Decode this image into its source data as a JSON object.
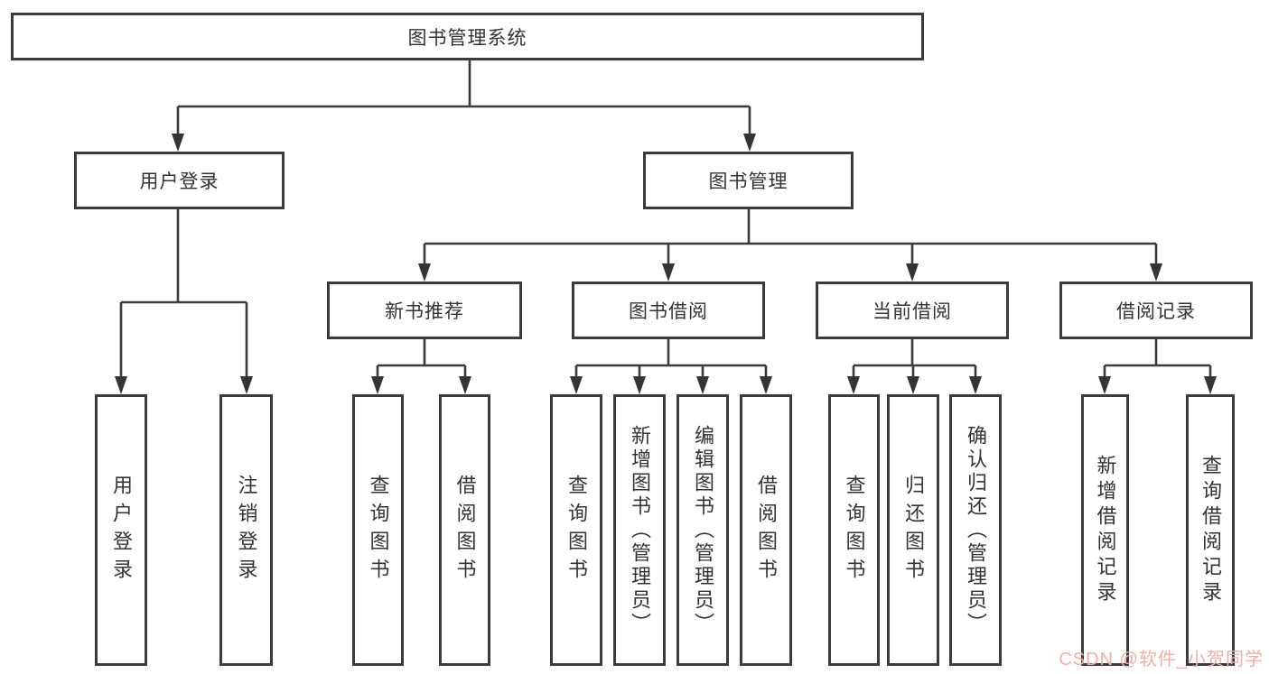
{
  "diagram": {
    "type": "hierarchy-tree",
    "title": "图书管理系统",
    "colors": {
      "line": "#3b3b3b",
      "box_border": "#3b3b3b",
      "text": "#333333",
      "background": "#ffffff",
      "watermark": "#f2b0a4"
    }
  },
  "nodes": {
    "root": "图书管理系统",
    "userLogin": {
      "label": "用户登录",
      "children": {
        "login": "用户登录",
        "logout": "注销登录"
      }
    },
    "bookMgmt": {
      "label": "图书管理",
      "children": {
        "newBookRec": {
          "label": "新书推荐",
          "children": {
            "query": "查询图书",
            "borrow": "借阅图书"
          }
        },
        "bookBorrow": {
          "label": "图书借阅",
          "children": {
            "query": "查询图书",
            "add": "新增图书（管理员）",
            "edit": "编辑图书（管理员）",
            "borrow": "借阅图书"
          }
        },
        "currentBorrow": {
          "label": "当前借阅",
          "children": {
            "query": "查询图书",
            "return": "归还图书",
            "confirm": "确认归还（管理员）"
          }
        },
        "borrowRecords": {
          "label": "借阅记录",
          "children": {
            "add": "新增借阅记录",
            "query": "查询借阅记录"
          }
        }
      }
    }
  },
  "watermark": "CSDN @软件_小贺同学"
}
